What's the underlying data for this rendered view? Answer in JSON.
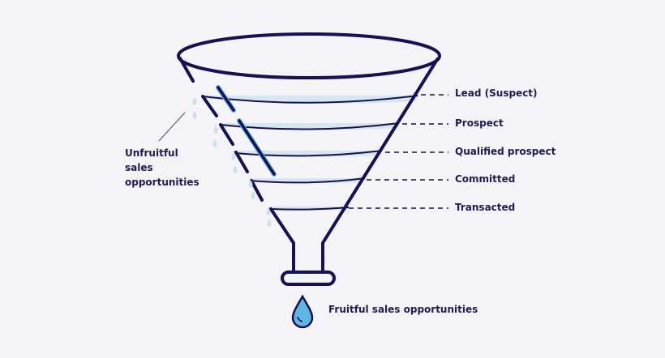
{
  "diagram": {
    "type": "sales-funnel",
    "colors": {
      "outline": "#160f5a",
      "fill": "#d5e8f0",
      "accent": "#5bb8e0",
      "drop_light": "#c9e2ee",
      "background": "#f5f5f7",
      "text": "#1f1a5c"
    },
    "stages": [
      {
        "label": "Lead (Suspect)"
      },
      {
        "label": "Prospect"
      },
      {
        "label": "Qualified prospect"
      },
      {
        "label": "Committed"
      },
      {
        "label": "Transacted"
      }
    ],
    "left_annotation": {
      "lines": [
        "Unfruitful",
        "sales",
        "opportunities"
      ]
    },
    "output_label": "Fruitful sales opportunities"
  }
}
